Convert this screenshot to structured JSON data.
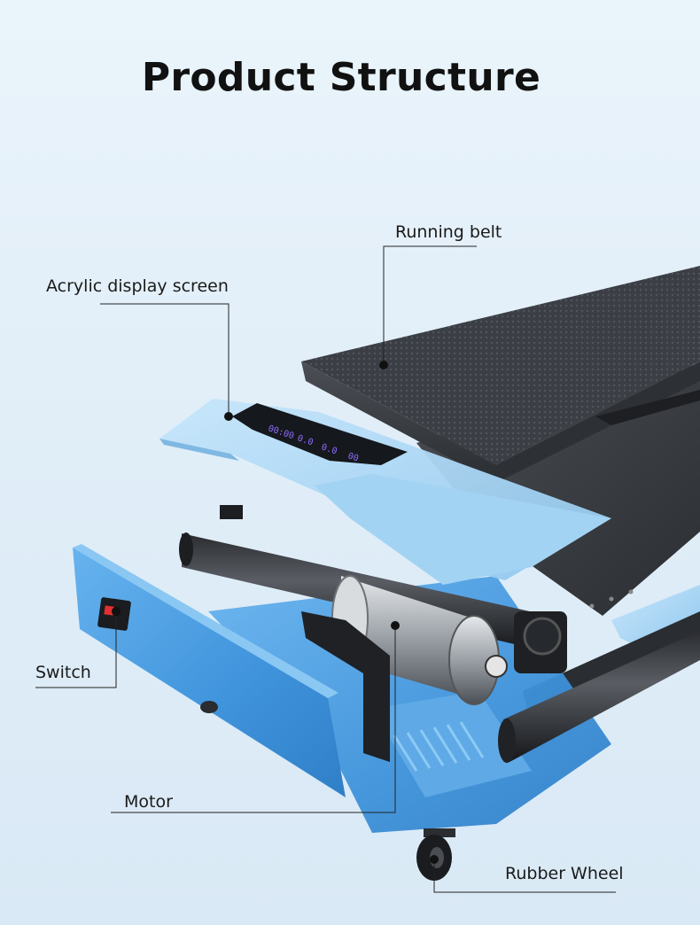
{
  "title": "Product Structure",
  "labels": {
    "running_belt": "Running belt",
    "acrylic_display": "Acrylic display screen",
    "switch": "Switch",
    "motor": "Motor",
    "rubber_wheel": "Rubber Wheel"
  },
  "colors": {
    "frame_blue": "#4a9de0",
    "cover_light_blue": "#a9d7f5",
    "belt_dark": "#3a3e44",
    "display_black": "#15181d",
    "display_digits": "#8f6cff"
  },
  "display": {
    "digits": [
      "00:00",
      "0.0",
      "0.0",
      "00"
    ],
    "icons": [
      "+",
      "▷",
      "-"
    ]
  }
}
